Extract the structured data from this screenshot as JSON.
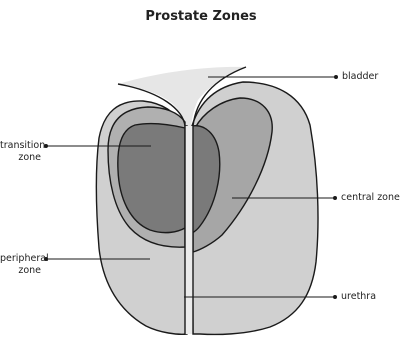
{
  "title": "Prostate Zones",
  "labels": {
    "bladder": "bladder",
    "transition_zone_line1": "transition",
    "transition_zone_line2": "zone",
    "central_zone": "central zone",
    "peripheral_zone_line1": "peripheral",
    "peripheral_zone_line2": "zone",
    "urethra": "urethra"
  },
  "colors": {
    "bladder": "#e6e6e6",
    "peripheral_zone": "#d0d0d0",
    "central_zone": "#a6a6a6",
    "transition_zone_outer": "#b0b0b0",
    "transition_zone_inner": "#7a7a7a",
    "urethra": "#ebebeb",
    "outline": "#1a1a1a"
  }
}
